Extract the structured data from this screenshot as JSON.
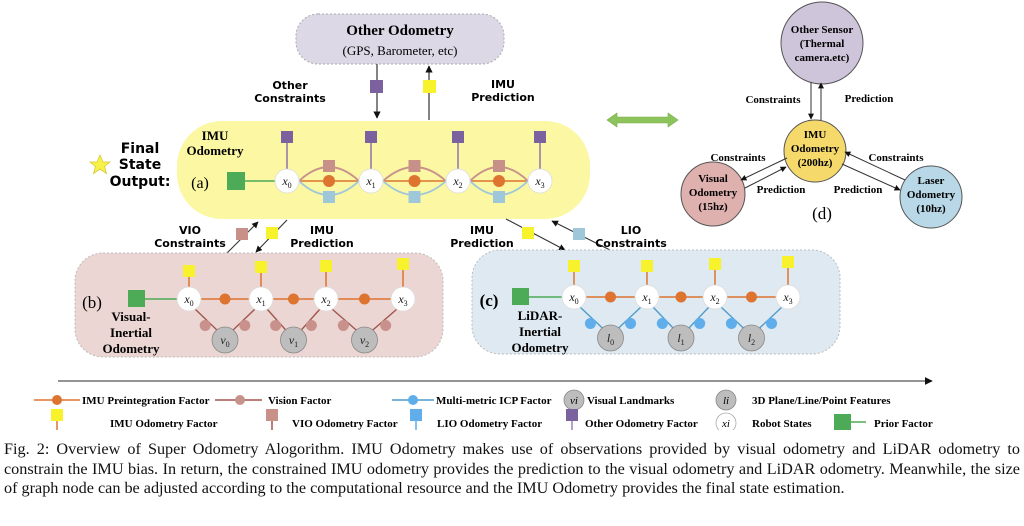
{
  "colors": {
    "imu_box": "#fbf7a2",
    "vio_box": "#ecd6d3",
    "lio_box": "#dfe9f1",
    "other_box": "#dcd8e6",
    "imu_factor": "#f7f22b",
    "vio_factor": "#c79089",
    "lio_factor": "#9ec7da",
    "other_factor": "#7b619d",
    "preint": "#dd7430",
    "vision": "#c9918b",
    "icp": "#5faeeb",
    "prior": "#4daa57",
    "landmark": "#bdbdbd",
    "imu_d": "#f5da6b",
    "visual_d": "#deb0ae",
    "laser_d": "#b8d8e8",
    "other_d": "#cfc5da",
    "double_arrow": "#8cc35b"
  },
  "other_odometry": {
    "title": "Other Odometry",
    "subtitle": "(GPS, Barometer, etc)",
    "constraints_label": [
      "Other",
      "Constraints"
    ],
    "prediction_label": [
      "IMU",
      "Prediction"
    ]
  },
  "final_state": {
    "label": [
      "Final",
      "State",
      "Output:"
    ],
    "star_icon": "star"
  },
  "panel_a": {
    "tag": "(a)",
    "title": [
      "IMU",
      "Odometry"
    ],
    "states": [
      "x0",
      "x1",
      "x2",
      "x3"
    ]
  },
  "panel_b": {
    "tag": "(b)",
    "title": [
      "Visual-",
      "Inertial",
      "Odometry"
    ],
    "states": [
      "x0",
      "x1",
      "x2",
      "x3"
    ],
    "landmarks": [
      "v0",
      "v1",
      "v2"
    ],
    "constraints_label": [
      "VIO",
      "Constraints"
    ],
    "prediction_label": [
      "IMU",
      "Prediction"
    ]
  },
  "panel_c": {
    "tag": "(c)",
    "title": [
      "LiDAR-",
      "Inertial",
      "Odometry"
    ],
    "states": [
      "x0",
      "x1",
      "x2",
      "x3"
    ],
    "landmarks": [
      "l0",
      "l1",
      "l2"
    ],
    "constraints_label": [
      "LIO",
      "Constraints"
    ],
    "prediction_label": [
      "IMU",
      "Prediction"
    ]
  },
  "panel_d": {
    "tag": "(d)",
    "other_sensor": [
      "Other Sensor",
      "(Thermal",
      "camera.etc)"
    ],
    "imu": [
      "IMU",
      "Odometry",
      "(200hz)"
    ],
    "visual": [
      "Visual",
      "Odometry",
      "(15hz)"
    ],
    "laser": [
      "Laser",
      "Odometry",
      "(10hz)"
    ],
    "constraints": "Constraints",
    "prediction": "Prediction"
  },
  "legend": {
    "row1": [
      {
        "label": "IMU Preintegration Factor"
      },
      {
        "label": "Vision Factor"
      },
      {
        "label": "Multi-metric ICP  Factor"
      },
      {
        "symbol": "vi",
        "label": "Visual Landmarks"
      },
      {
        "symbol": "li",
        "label": "3D Plane/Line/Point Features"
      }
    ],
    "row2": [
      {
        "label": "IMU Odometry Factor"
      },
      {
        "label": "VIO Odometry Factor"
      },
      {
        "label": "LIO Odometry Factor"
      },
      {
        "label": "Other Odometry Factor"
      },
      {
        "symbol": "xi",
        "label": "Robot States"
      },
      {
        "label": "Prior Factor"
      }
    ]
  },
  "caption": "Fig. 2: Overview of Super Odometry Alogorithm. IMU Odometry makes use of observations provided by visual odometry and LiDAR odometry to constrain the IMU bias. In return, the constrained IMU odometry provides the prediction to the visual odometry and LiDAR odometry. Meanwhile, the size of graph node can be adjusted according to the computational resource and the IMU Odometry provides the final state estimation."
}
